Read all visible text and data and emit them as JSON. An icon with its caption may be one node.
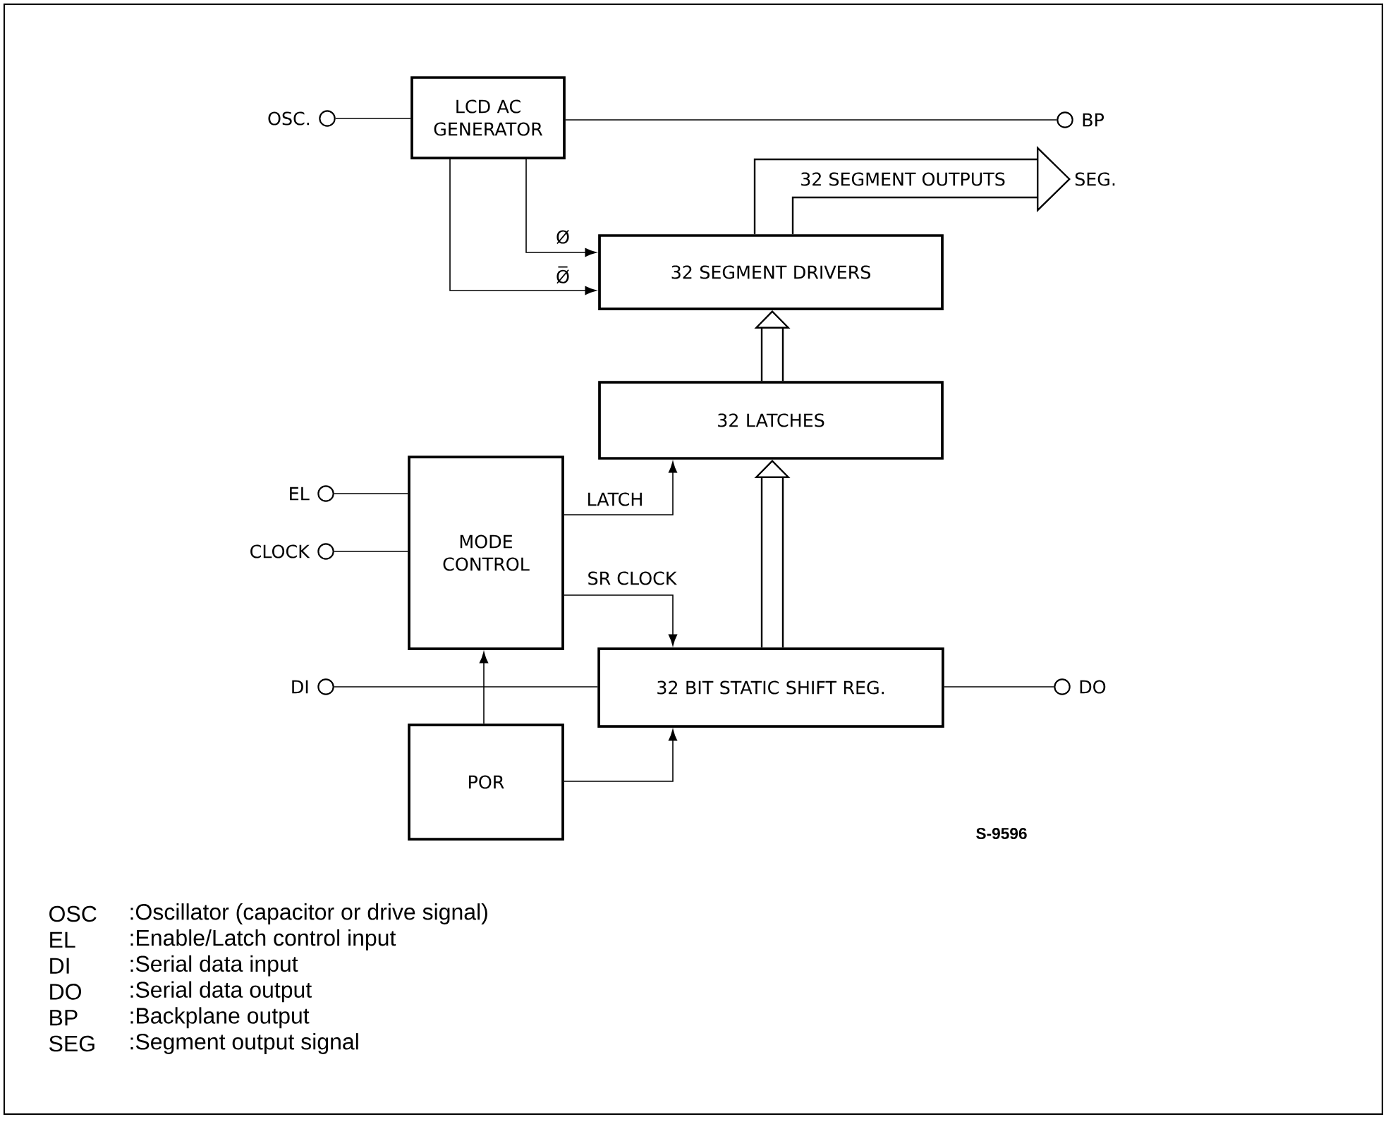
{
  "diagram": {
    "nodes": [
      {
        "text": [],
        "shape": "circle",
        "beside": [
          "OSC."
        ]
      },
      {
        "text": [
          "LCD AC GENERATOR"
        ]
      },
      {
        "text": [],
        "shape": "circle",
        "beside": [
          "BP"
        ]
      },
      {
        "text": [
          "SEG."
        ]
      },
      {
        "text": [
          "32  SEGMENT DRIVERS"
        ]
      },
      {
        "text": [
          "32 LATCHES"
        ]
      },
      {
        "text": [],
        "shape": "circle",
        "beside": [
          "EL"
        ]
      },
      {
        "text": [
          "MODE CONTROL"
        ]
      },
      {
        "text": [],
        "shape": "circle",
        "beside": [
          "CLOCK"
        ]
      },
      {
        "text": [],
        "shape": "circle",
        "beside": [
          "DI"
        ]
      },
      {
        "text": [
          "32  BIT  STATIC  SHIFT  REG."
        ]
      },
      {
        "text": [],
        "shape": "circle",
        "beside": [
          "DO"
        ]
      },
      {
        "text": [
          "POR"
        ]
      }
    ],
    "edges": [
      {
        "from": 0,
        "to": 1,
        "arrow": "none"
      },
      {
        "from": 1,
        "to": 2,
        "arrow": "none"
      },
      {
        "from": 1,
        "to": 4,
        "arrow": "to",
        "label": "Ø"
      },
      {
        "from": 1,
        "to": 4,
        "arrow": "to",
        "label": "Ø̅"
      },
      {
        "from": 4,
        "to": 3,
        "arrow": "to",
        "label": "32 SEGMENT OUTPUTS"
      },
      {
        "from": 5,
        "to": 4,
        "arrow": "to"
      },
      {
        "from": 10,
        "to": 5,
        "arrow": "to"
      },
      {
        "from": 7,
        "to": 5,
        "arrow": "to",
        "label": "LATCH"
      },
      {
        "from": 7,
        "to": 10,
        "arrow": "to",
        "label": "SR CLOCK"
      },
      {
        "from": 6,
        "to": 7,
        "arrow": "none"
      },
      {
        "from": 8,
        "to": 7,
        "arrow": "none"
      },
      {
        "from": 9,
        "to": 10,
        "arrow": "none"
      },
      {
        "from": 10,
        "to": 11,
        "arrow": "none"
      },
      {
        "from": 12,
        "to": 7,
        "arrow": "to"
      },
      {
        "from": 12,
        "to": 10,
        "arrow": "to"
      }
    ],
    "labels": [
      "S-9596",
      "OSC",
      ":Oscillator (capacitor or drive signal)",
      "EL",
      ":Enable/Latch control input",
      "DI",
      ":Serial data input",
      "DO",
      ":Serial data output",
      "BP",
      ":Backplane output",
      "SEG",
      ":Segment output signal"
    ]
  }
}
